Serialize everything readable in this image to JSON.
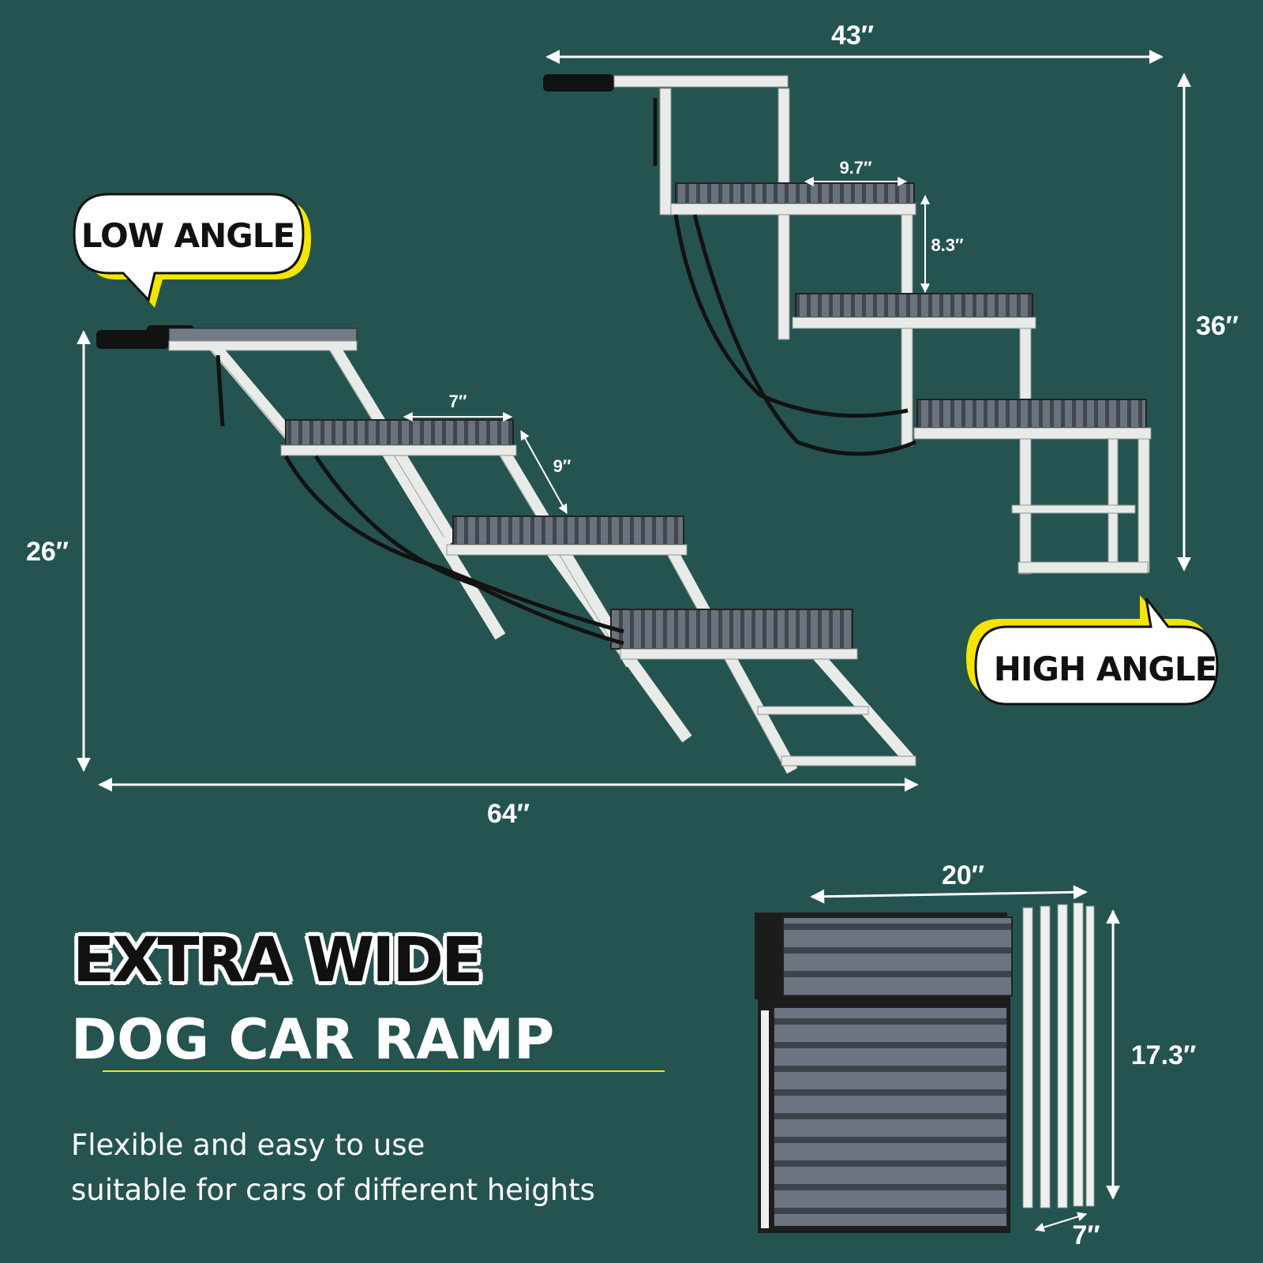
{
  "colors": {
    "background": "#255450",
    "accent_yellow": "#f4e500",
    "frame": "#e9ebe9",
    "carpet": "#5a636d"
  },
  "icons": [
    "speech-bubble-icon",
    "double-arrow-icon"
  ],
  "labels": {
    "low_angle": "LOW ANGLE",
    "high_angle": "HIGH ANGLE"
  },
  "dimensions": {
    "high_width": "43″",
    "high_height": "36″",
    "high_step_depth": "9.7″",
    "high_step_rise": "8.3″",
    "low_height": "26″",
    "low_length": "64″",
    "low_step_depth": "7″",
    "low_step_rise": "9″",
    "folded_width": "20″",
    "folded_height": "17.3″",
    "folded_thickness": "7″"
  },
  "headline": {
    "line1": "EXTRA WIDE",
    "line2": "DOG CAR RAMP"
  },
  "description": {
    "line1": "Flexible and easy to use",
    "line2": "suitable for cars of different heights"
  }
}
